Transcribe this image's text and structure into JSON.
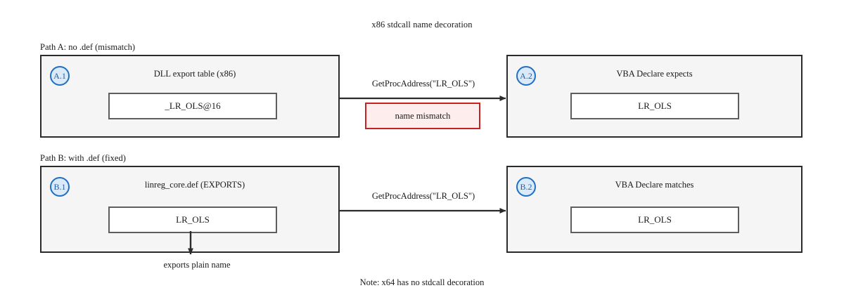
{
  "diagram": {
    "title": "x86 stdcall name decoration",
    "footer_note": "Note: x64 has no stdcall decoration",
    "colors": {
      "container_fill": "#f5f5f5",
      "container_border": "#2b2b2b",
      "inner_fill": "#ffffff",
      "inner_border": "#5e5e5e",
      "badge_fill": "#dbeaf8",
      "badge_border": "#1f6fc4",
      "badge_text": "#1f5fa8",
      "alert_fill": "#fdeded",
      "alert_border": "#c62222",
      "arrow": "#2b2b2b",
      "text": "#1a1a1a"
    }
  },
  "paths": {
    "a": {
      "caption": "Path A: no .def (mismatch)",
      "source": {
        "badge": "A.1",
        "heading": "DLL export table (x86)",
        "symbol": "_LR_OLS@16"
      },
      "target": {
        "badge": "A.2",
        "heading": "VBA Declare expects",
        "symbol": "LR_OLS"
      },
      "edge_label": "GetProcAddress(\"LR_OLS\")",
      "alert": "name mismatch"
    },
    "b": {
      "caption": "Path B: with .def (fixed)",
      "source": {
        "badge": "B.1",
        "heading": "linreg_core.def (EXPORTS)",
        "symbol": "LR_OLS"
      },
      "target": {
        "badge": "B.2",
        "heading": "VBA Declare matches",
        "symbol": "LR_OLS"
      },
      "edge_label": "GetProcAddress(\"LR_OLS\")",
      "down_label": "exports plain name"
    }
  }
}
